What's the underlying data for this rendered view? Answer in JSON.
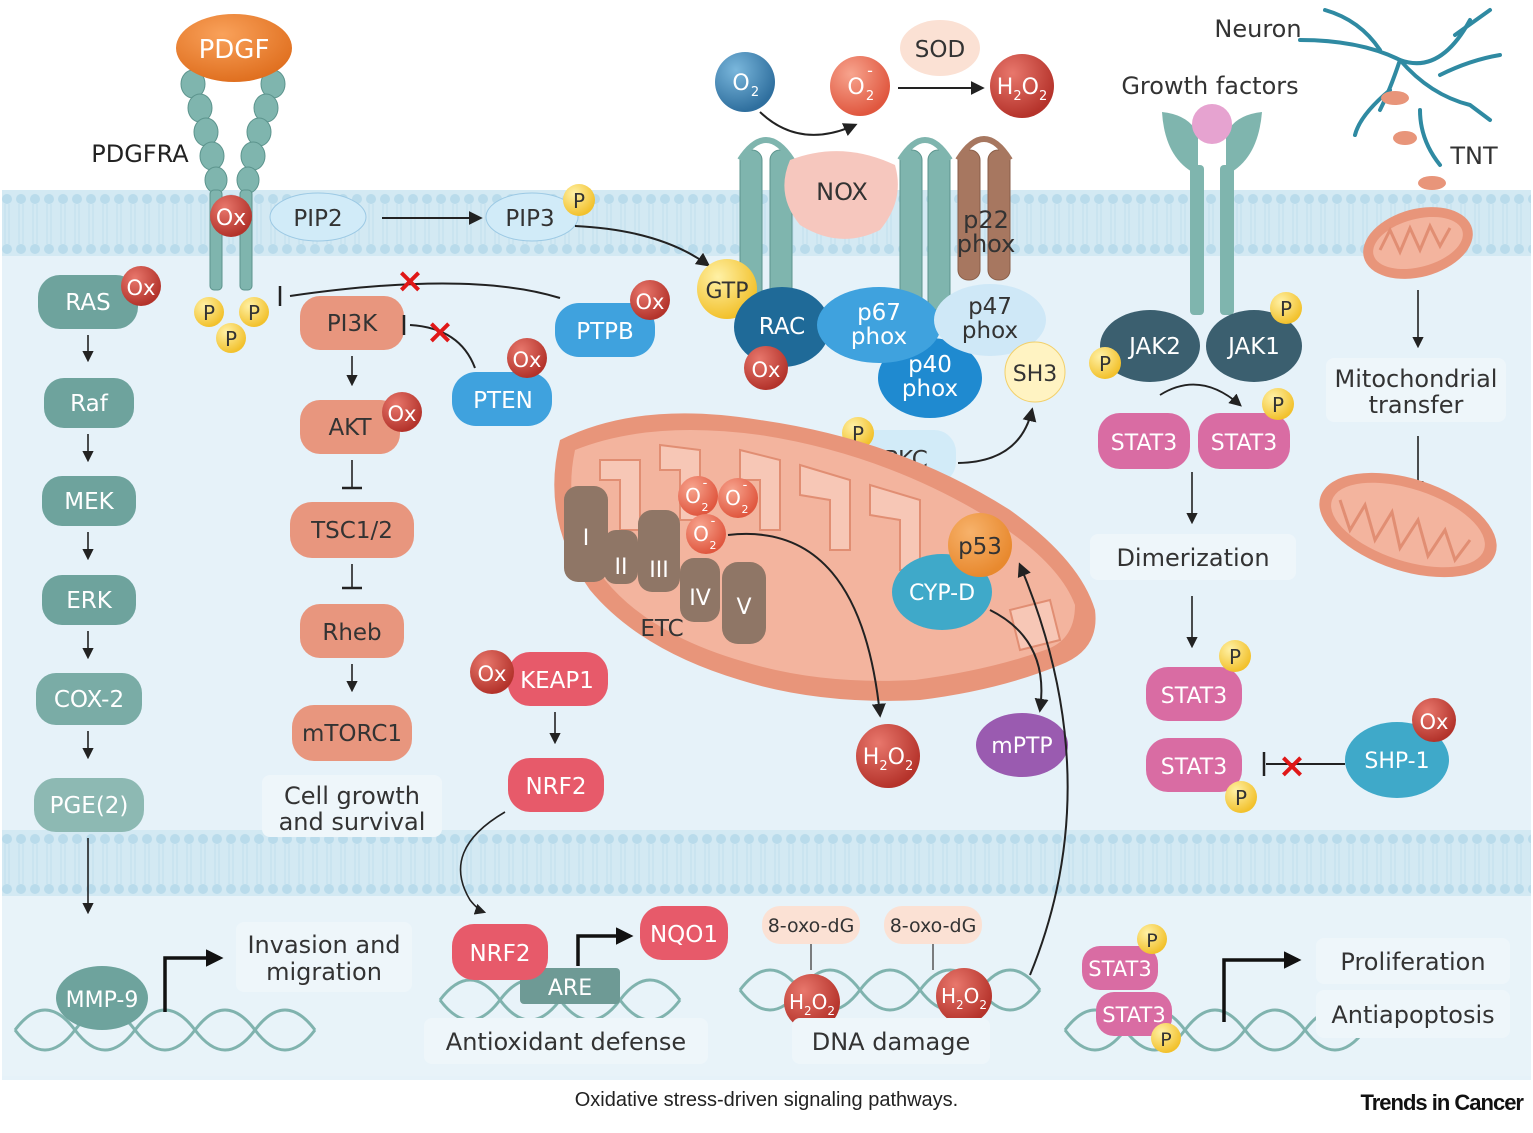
{
  "labels": {
    "pdgf": "PDGF",
    "pdgfra": "PDGFRA",
    "ox": "Ox",
    "p": "P",
    "pip2": "PIP2",
    "pip3": "PIP3",
    "gtp": "GTP",
    "ras": "RAS",
    "raf": "Raf",
    "mek": "MEK",
    "erk": "ERK",
    "cox2": "COX-2",
    "pge2": "PGE(2)",
    "mmp9": "MMP-9",
    "invasion_l1": "Invasion and",
    "invasion_l2": "migration",
    "pi3k": "PI3K",
    "akt": "AKT",
    "tsc": "TSC1/2",
    "rheb": "Rheb",
    "mtorc1": "mTORC1",
    "cellgrowth_l1": "Cell growth",
    "cellgrowth_l2": "and survival",
    "ptpb": "PTPB",
    "pten": "PTEN",
    "o2": "O",
    "o2_sub": "2",
    "o2m": "O",
    "o2m_sub": "2",
    "o2m_sup": "-",
    "sod": "SOD",
    "h2o2_h": "H",
    "h2o2_sub": "2",
    "h2o2_o": "O",
    "nox": "NOX",
    "p22_l1": "p22",
    "p22_l2": "phox",
    "rac": "RAC",
    "p67_l1": "p67",
    "p67_l2": "phox",
    "p47_l1": "p47",
    "p47_l2": "phox",
    "p40_l1": "p40",
    "p40_l2": "phox",
    "sh3": "SH3",
    "pkc": "PKC",
    "etc_i": "I",
    "etc_ii": "II",
    "etc_iii": "III",
    "etc_iv": "IV",
    "etc_v": "V",
    "etc": "ETC",
    "p53": "p53",
    "cypd": "CYP-D",
    "mptp": "mPTP",
    "keap1": "KEAP1",
    "nrf2": "NRF2",
    "nqo1": "NQO1",
    "are": "ARE",
    "antioxidant": "Antioxidant defense",
    "oxodg": "8-oxo-dG",
    "dnadamage": "DNA damage",
    "neuron": "Neuron",
    "growthfactors": "Growth factors",
    "tnt": "TNT",
    "jak2": "JAK2",
    "jak1": "JAK1",
    "stat3": "STAT3",
    "dimerization": "Dimerization",
    "shp1": "SHP-1",
    "mito_l1": "Mitochondrial",
    "mito_l2": "transfer",
    "proliferation": "Proliferation",
    "antiapoptosis": "Antiapoptosis"
  },
  "caption": "Oxidative stress-driven signaling pathways.",
  "journal": "Trends in Cancer",
  "colors": {
    "teal": "#6fa8a2",
    "salmon": "#e8957a",
    "blue": "#3aa0dc",
    "red_ox": "#c9443a",
    "yellow_p": "#f6cf3a",
    "pink": "#e07aa8",
    "dark_blue": "#2e6f9a",
    "purple": "#9a5bb0",
    "membrane": "#cfe7f2",
    "cytoplasm": "#e4f1f8"
  }
}
